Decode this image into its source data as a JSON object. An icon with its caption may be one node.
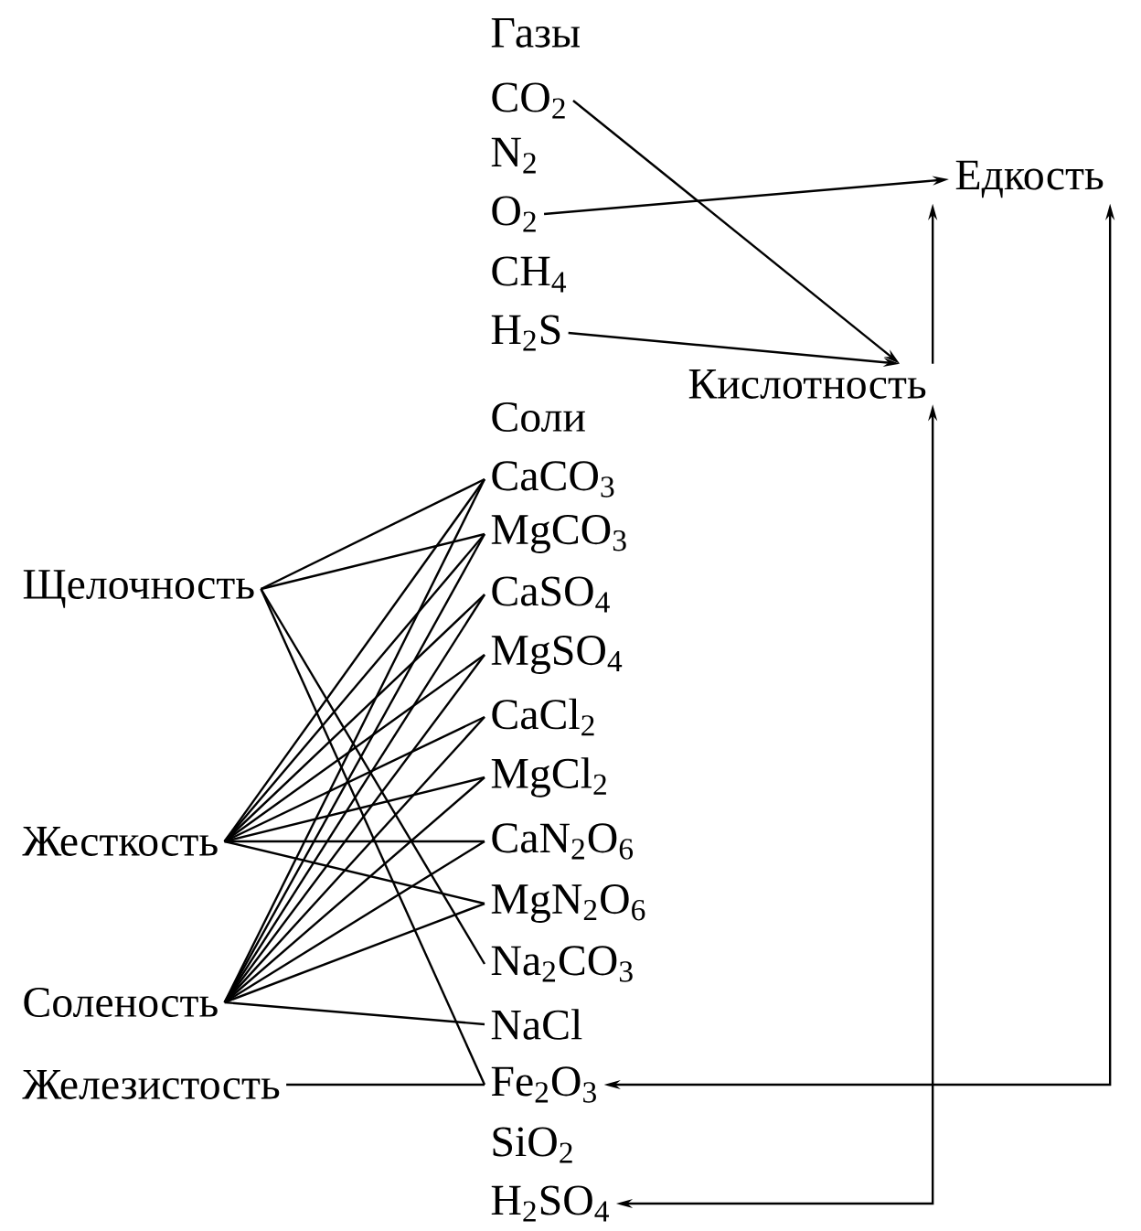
{
  "diagram": {
    "nodes": [
      {
        "text": [
          "CO$_{2}$"
        ]
      },
      {
        "text": [
          "N$_{2}$"
        ]
      },
      {
        "text": [
          "O$_{2}$"
        ]
      },
      {
        "text": [
          "CH$_{4}$"
        ]
      },
      {
        "text": [
          "H$_{2}$S"
        ]
      },
      {
        "text": [
          "Едкость"
        ]
      },
      {
        "text": [
          "Кислотность"
        ]
      },
      {
        "text": [
          "Щелочность"
        ]
      },
      {
        "text": [
          "Жесткость"
        ]
      },
      {
        "text": [
          "Соленость"
        ]
      },
      {
        "text": [
          "Железистость"
        ]
      },
      {
        "text": [
          "CaCO$_{3}$"
        ]
      },
      {
        "text": [
          "MgCO$_{3}$"
        ]
      },
      {
        "text": [
          "CaSO$_{4}$"
        ]
      },
      {
        "text": [
          "MgSO$_{4}$"
        ]
      },
      {
        "text": [
          "CaCl$_{2}$"
        ]
      },
      {
        "text": [
          "MgCl$_{2}$"
        ]
      },
      {
        "text": [
          "CaN$_{2}$O$_{6}$"
        ]
      },
      {
        "text": [
          "MgN$_{2}$O$_{6}$"
        ]
      },
      {
        "text": [
          "Na$_{2}$CO$_{3}$"
        ]
      },
      {
        "text": [
          "NaCl"
        ]
      },
      {
        "text": [
          "Fe$_{2}$O$_{3}$"
        ]
      },
      {
        "text": [
          "SiO$_{2}$"
        ]
      },
      {
        "text": [
          "H$_{2}$SO$_{4}$"
        ]
      }
    ],
    "edges": [
      {
        "from": 0,
        "to": 6,
        "arrow": "to"
      },
      {
        "from": 2,
        "to": 5,
        "arrow": "to"
      },
      {
        "from": 4,
        "to": 6,
        "arrow": "to"
      },
      {
        "from": 23,
        "to": 6,
        "arrow": "both"
      },
      {
        "from": 6,
        "to": 5,
        "arrow": "to"
      },
      {
        "from": 21,
        "to": 5,
        "arrow": "both"
      },
      {
        "from": 7,
        "to": 11,
        "arrow": "none"
      },
      {
        "from": 7,
        "to": 12,
        "arrow": "none"
      },
      {
        "from": 7,
        "to": 19,
        "arrow": "none"
      },
      {
        "from": 7,
        "to": 21,
        "arrow": "none"
      },
      {
        "from": 8,
        "to": 11,
        "arrow": "none"
      },
      {
        "from": 8,
        "to": 12,
        "arrow": "none"
      },
      {
        "from": 8,
        "to": 13,
        "arrow": "none"
      },
      {
        "from": 8,
        "to": 14,
        "arrow": "none"
      },
      {
        "from": 8,
        "to": 15,
        "arrow": "none"
      },
      {
        "from": 8,
        "to": 16,
        "arrow": "none"
      },
      {
        "from": 8,
        "to": 17,
        "arrow": "none"
      },
      {
        "from": 8,
        "to": 18,
        "arrow": "none"
      },
      {
        "from": 9,
        "to": 11,
        "arrow": "none"
      },
      {
        "from": 9,
        "to": 12,
        "arrow": "none"
      },
      {
        "from": 9,
        "to": 13,
        "arrow": "none"
      },
      {
        "from": 9,
        "to": 14,
        "arrow": "none"
      },
      {
        "from": 9,
        "to": 15,
        "arrow": "none"
      },
      {
        "from": 9,
        "to": 16,
        "arrow": "none"
      },
      {
        "from": 9,
        "to": 17,
        "arrow": "none"
      },
      {
        "from": 9,
        "to": 18,
        "arrow": "none"
      },
      {
        "from": 9,
        "to": 20,
        "arrow": "none"
      },
      {
        "from": 10,
        "to": 21,
        "arrow": "none"
      }
    ],
    "labels": [
      "Газы",
      "Соли"
    ]
  }
}
